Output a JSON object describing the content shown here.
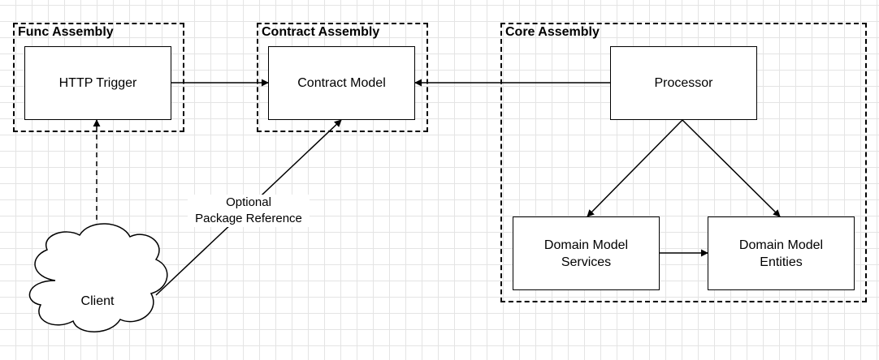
{
  "groups": {
    "func": {
      "title": "Func Assembly"
    },
    "contract": {
      "title": "Contract Assembly"
    },
    "core": {
      "title": "Core Assembly"
    }
  },
  "nodes": {
    "http_trigger": "HTTP Trigger",
    "contract_model": "Contract Model",
    "processor": "Processor",
    "domain_services": "Domain Model\nServices",
    "domain_entities": "Domain Model\nEntities",
    "client": "Client"
  },
  "edges": {
    "optional_reference_label": "Optional\nPackage Reference"
  }
}
